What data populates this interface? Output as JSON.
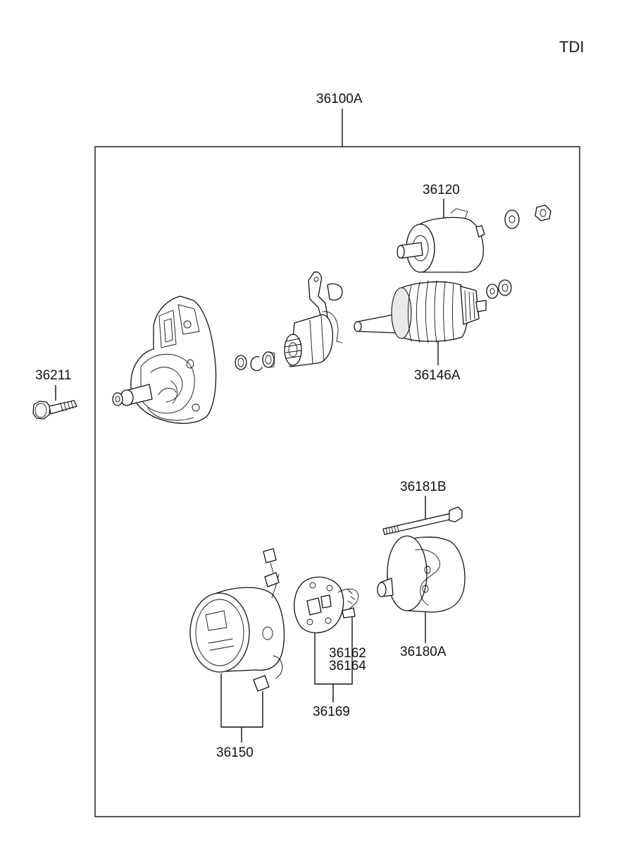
{
  "diagram": {
    "variant_label": "TDI",
    "assembly_label": "36100A",
    "parts": {
      "solenoid": "36120",
      "armature": "36146A",
      "bolt": "36211",
      "through_bolt": "36181B",
      "rear_bracket": "36180A",
      "brush_holder_a": "36162",
      "brush_holder_b": "36164",
      "brush_holder_assy": "36169",
      "yoke": "36150"
    }
  }
}
